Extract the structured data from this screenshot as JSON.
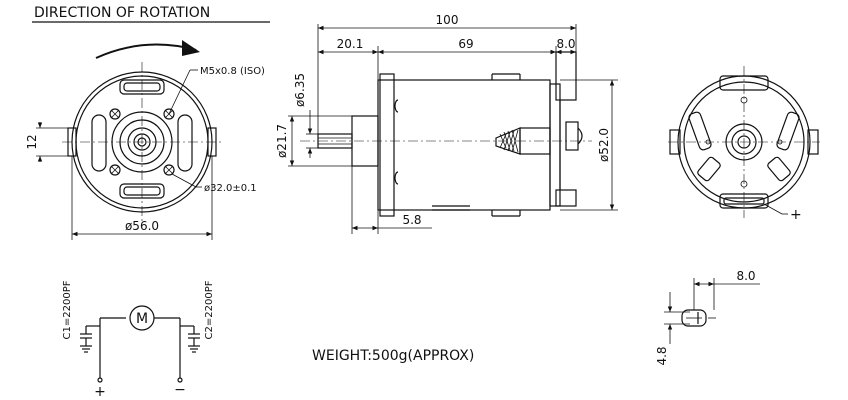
{
  "title": "DIRECTION OF ROTATION",
  "front_view": {
    "thread_note": "M5x0.8 (ISO)",
    "pcd_note": "ø32.0±0.1",
    "shaft_flat": "12",
    "diameter": "ø56.0"
  },
  "side_view": {
    "overall_length": "100",
    "shaft_length": "20.1",
    "body_length": "69",
    "rear_length": "8.0",
    "shaft_diameter": "ø6.35",
    "boss_diameter": "ø21.7",
    "body_diameter": "ø52.0",
    "boss_length": "5.8"
  },
  "terminal_detail": {
    "width": "8.0",
    "hole": "4.8"
  },
  "circuit": {
    "c1": "C1=2200PF",
    "c2": "C2=2200PF",
    "motor": "M",
    "plus": "+",
    "minus": "−"
  },
  "rear_view": {
    "plus": "+"
  },
  "weight": "WEIGHT:500g(APPROX)"
}
